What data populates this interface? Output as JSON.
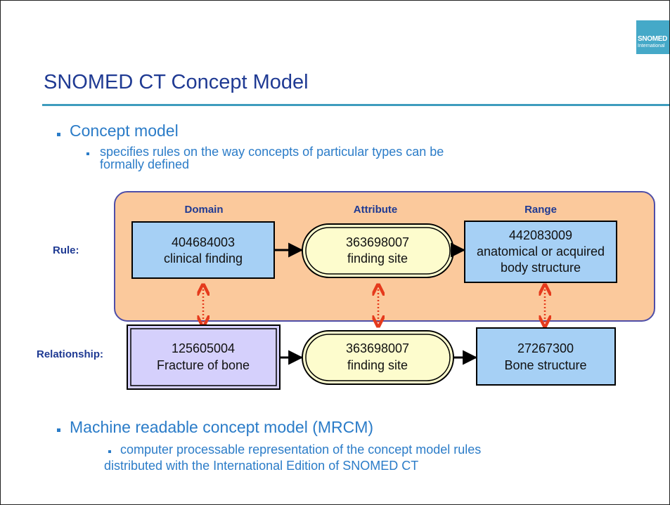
{
  "logo": {
    "line1": "SNOMED",
    "line2": "International"
  },
  "title": "SNOMED CT Concept Model",
  "bullets": [
    {
      "text": "Concept model",
      "sub": [
        "specifies rules on the way concepts of particular types can be",
        "formally defined"
      ]
    },
    {
      "text": "Machine readable concept model (MRCM)",
      "sub": [
        "computer processable representation of the concept model rules",
        "distributed with the International Edition of SNOMED CT"
      ]
    }
  ],
  "diagram": {
    "column_headers": [
      "Domain",
      "Attribute",
      "Range"
    ],
    "row_labels": [
      "Rule:",
      "Relationship:"
    ],
    "rule": {
      "domain": [
        "404684003",
        "clinical finding"
      ],
      "attribute": [
        "363698007",
        "finding site"
      ],
      "range": [
        "442083009",
        "anatomical or acquired",
        "body structure"
      ]
    },
    "relationship": {
      "source": [
        "125605004",
        "Fracture of bone"
      ],
      "attribute": [
        "363698007",
        "finding site"
      ],
      "target": [
        "27267300",
        "Bone structure"
      ]
    },
    "colors": {
      "panel": "#fbc99c",
      "panel_border": "#4e4ea8",
      "concept_box": "#a6d0f5",
      "defined_box": "#d5d0fc",
      "attribute_box": "#fdfccd",
      "link_arrow": "#e53a1c",
      "text_blue": "#2b7cc8",
      "title_blue": "#1f3a93"
    }
  }
}
